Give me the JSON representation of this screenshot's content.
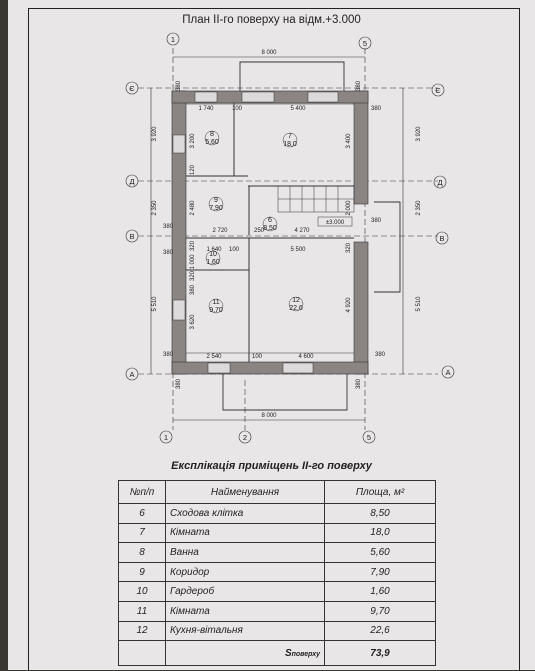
{
  "plan": {
    "title": "План ІІ-го поверху на відм.+3.000",
    "axes": {
      "a1": "1",
      "a2": "2",
      "a5": "5",
      "yE": "Є",
      "yD": "Д",
      "yV": "В",
      "yA": "А"
    },
    "dimensions": {
      "top_overall": "8 000",
      "bottom_overall": "8 000",
      "left_920": "3 920",
      "left_2350": "2 350",
      "left_5510": "5 510",
      "right_920": "3 920",
      "right_2350": "2 350",
      "right_5510": "5 510",
      "row1_380a": "380",
      "row1_1740": "1 740",
      "row1_100": "100",
      "row1_5400": "5 400",
      "row1_380b": "380",
      "v_3200": "3 200",
      "v_3400": "3 400",
      "v_120": "120",
      "v_2480": "2 480",
      "v_2000": "2 000",
      "row2_2720": "2 720",
      "row2_250": "250",
      "row2_4270": "4 270",
      "elev": "±3.000",
      "row3_1640": "1 640",
      "row3_100": "100",
      "row3_5500": "5 500",
      "v_1000": "1 000",
      "v_320a": "320",
      "v_380c": "380",
      "v_3620": "3 620",
      "v_4920": "4 920",
      "row4_380": "380",
      "row4_2540": "2 540",
      "row4_100": "100",
      "row4_4600": "4 600",
      "row4_380b": "380",
      "left_380": "380",
      "left_380b": "380",
      "right_380": "380",
      "bottom_380": "380",
      "bottom_380b": "380",
      "left_380c": "380",
      "left_320": "320",
      "right_320": "320"
    },
    "rooms": {
      "r7": {
        "num": "7",
        "area": "18,0"
      },
      "r8": {
        "num": "8",
        "area": "5,60"
      },
      "r9": {
        "num": "9",
        "area": "7,90"
      },
      "r6": {
        "num": "6",
        "area": "8,50"
      },
      "r10": {
        "num": "10",
        "area": "1,60"
      },
      "r11": {
        "num": "11",
        "area": "9,70"
      },
      "r12": {
        "num": "12",
        "area": "22,6"
      }
    }
  },
  "explication": {
    "title": "Експлікація приміщень ІІ-го поверху",
    "headers": {
      "num": "№п/п",
      "name": "Найменування",
      "area": "Площа, м²"
    },
    "rows": [
      {
        "num": "6",
        "name": "Сходова клітка",
        "area": "8,50"
      },
      {
        "num": "7",
        "name": "Кімната",
        "area": "18,0"
      },
      {
        "num": "8",
        "name": "Ванна",
        "area": "5,60"
      },
      {
        "num": "9",
        "name": "Коридор",
        "area": "7,90"
      },
      {
        "num": "10",
        "name": "Гардероб",
        "area": "1,60"
      },
      {
        "num": "11",
        "name": "Кімната",
        "area": "9,70"
      },
      {
        "num": "12",
        "name": "Кухня-вітальня",
        "area": "22,6"
      }
    ],
    "total": {
      "label": "S",
      "label_sub": "поверху",
      "area": "73,9"
    }
  }
}
